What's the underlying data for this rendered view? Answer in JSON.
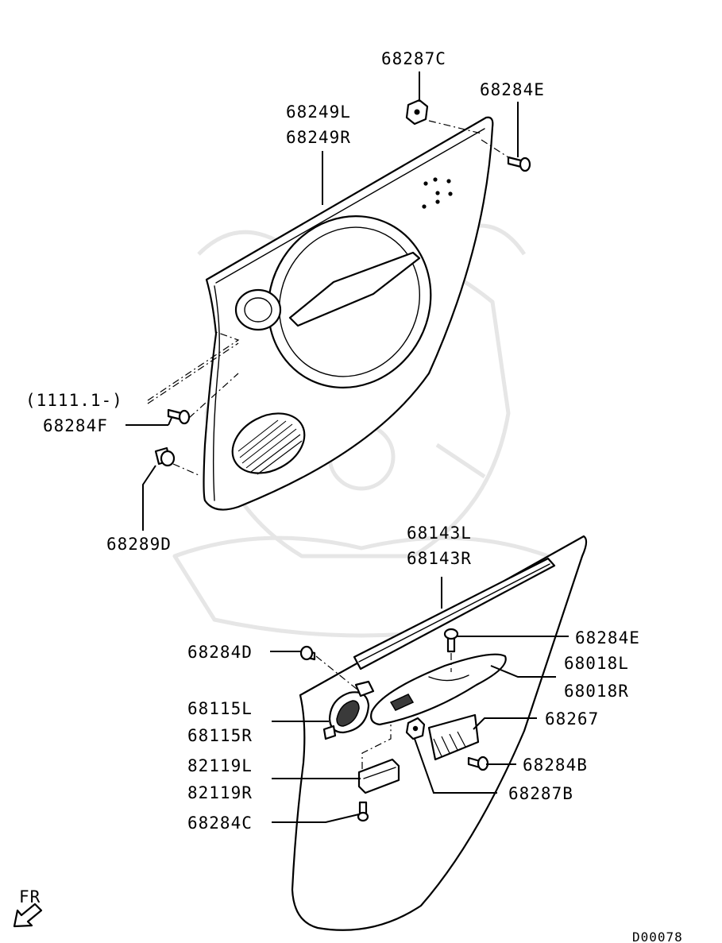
{
  "labels": {
    "trim_top_l": "68249L",
    "trim_top_r": "68249R",
    "clip_c": "68287C",
    "screw_e_top": "68284E",
    "serial_note": "(1111.1-)",
    "screw_f": "68284F",
    "clip_d": "68289D",
    "trim_lower_l": "68143L",
    "trim_lower_r": "68143R",
    "screw_e_lower": "68284E",
    "screw_d": "68284D",
    "armrest_l": "68018L",
    "armrest_r": "68018R",
    "handle_l": "68115L",
    "handle_r": "68115R",
    "bracket": "68267",
    "switch_l": "82119L",
    "switch_r": "82119R",
    "screw_b": "68284B",
    "clip_b": "68287B",
    "screw_c": "68284C",
    "front_marker": "FR",
    "diagram_code": "D00078"
  },
  "icons": {
    "front": "arrow-down-left-icon"
  }
}
